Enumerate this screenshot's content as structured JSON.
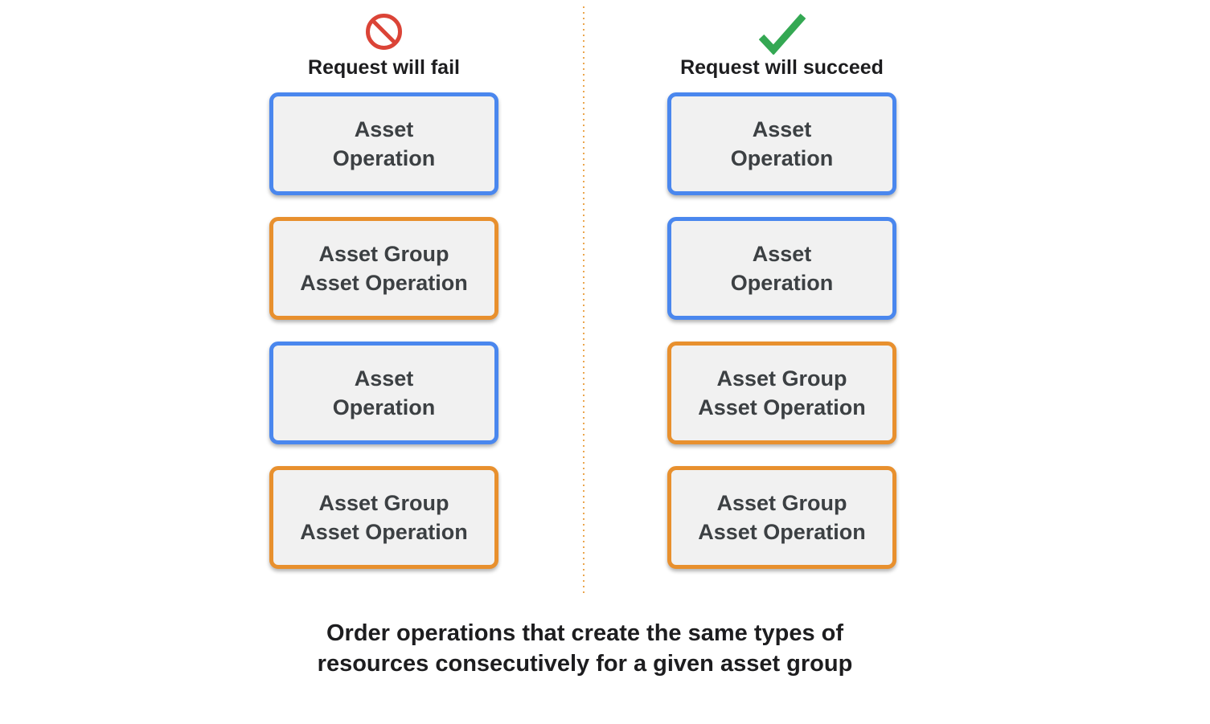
{
  "colors": {
    "blue": "#4a87ee",
    "orange": "#E8902E",
    "red": "#DB4437",
    "green": "#34A853",
    "divider": "#EBA64E",
    "box-fill": "#F1F1F1",
    "box-text": "#3C4043",
    "heading-text": "#1d1d1f"
  },
  "columns": [
    {
      "id": "fail",
      "icon": "prohibition-icon",
      "title": "Request will fail",
      "boxes": [
        {
          "type": "asset-operation",
          "label": "Asset\nOperation"
        },
        {
          "type": "asset-group-asset-operation",
          "label": "Asset Group\nAsset Operation"
        },
        {
          "type": "asset-operation",
          "label": "Asset\nOperation"
        },
        {
          "type": "asset-group-asset-operation",
          "label": "Asset Group\nAsset Operation"
        }
      ]
    },
    {
      "id": "succeed",
      "icon": "check-icon",
      "title": "Request will succeed",
      "boxes": [
        {
          "type": "asset-operation",
          "label": "Asset\nOperation"
        },
        {
          "type": "asset-operation",
          "label": "Asset\nOperation"
        },
        {
          "type": "asset-group-asset-operation",
          "label": "Asset Group\nAsset Operation"
        },
        {
          "type": "asset-group-asset-operation",
          "label": "Asset Group\nAsset Operation"
        }
      ]
    }
  ],
  "caption": "Order operations that create the same types of\nresources consecutively for a given asset group"
}
